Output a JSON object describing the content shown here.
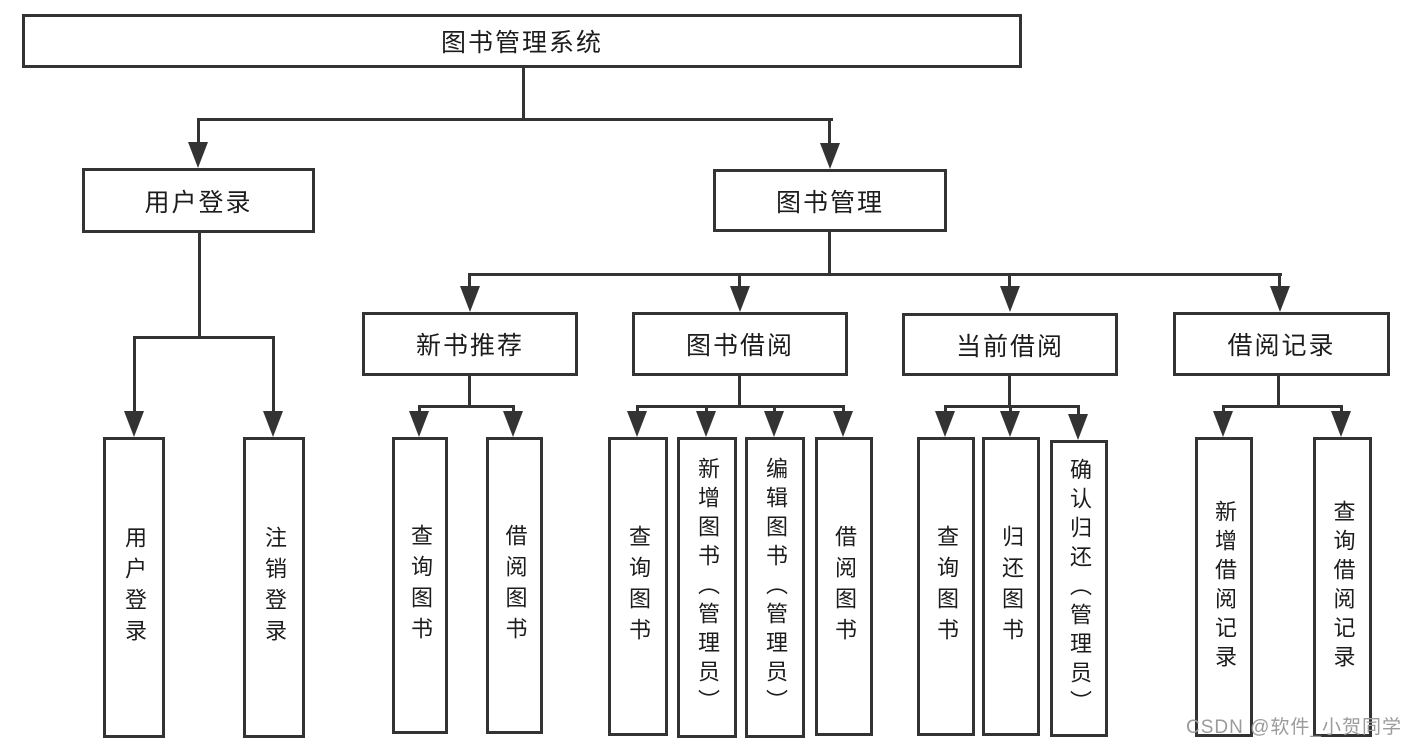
{
  "tree": {
    "root": {
      "label": "图书管理系统",
      "children": [
        {
          "label": "用户登录",
          "children": [
            {
              "label": "用户登录"
            },
            {
              "label": "注销登录"
            }
          ]
        },
        {
          "label": "图书管理",
          "children": [
            {
              "label": "新书推荐",
              "children": [
                {
                  "label": "查询图书"
                },
                {
                  "label": "借阅图书"
                }
              ]
            },
            {
              "label": "图书借阅",
              "children": [
                {
                  "label": "查询图书"
                },
                {
                  "label": "新增图书（管理员）"
                },
                {
                  "label": "编辑图书（管理员）"
                },
                {
                  "label": "借阅图书"
                }
              ]
            },
            {
              "label": "当前借阅",
              "children": [
                {
                  "label": "查询图书"
                },
                {
                  "label": "归还图书"
                },
                {
                  "label": "确认归还（管理员）"
                }
              ]
            },
            {
              "label": "借阅记录",
              "children": [
                {
                  "label": "新增借阅记录"
                },
                {
                  "label": "查询借阅记录"
                }
              ]
            }
          ]
        }
      ]
    }
  },
  "watermark": {
    "text": "CSDN @软件_小贺同学"
  },
  "colors": {
    "line": "#333333",
    "text": "#1c1c1c",
    "watermark": "#9b9b9b",
    "background": "#ffffff"
  }
}
